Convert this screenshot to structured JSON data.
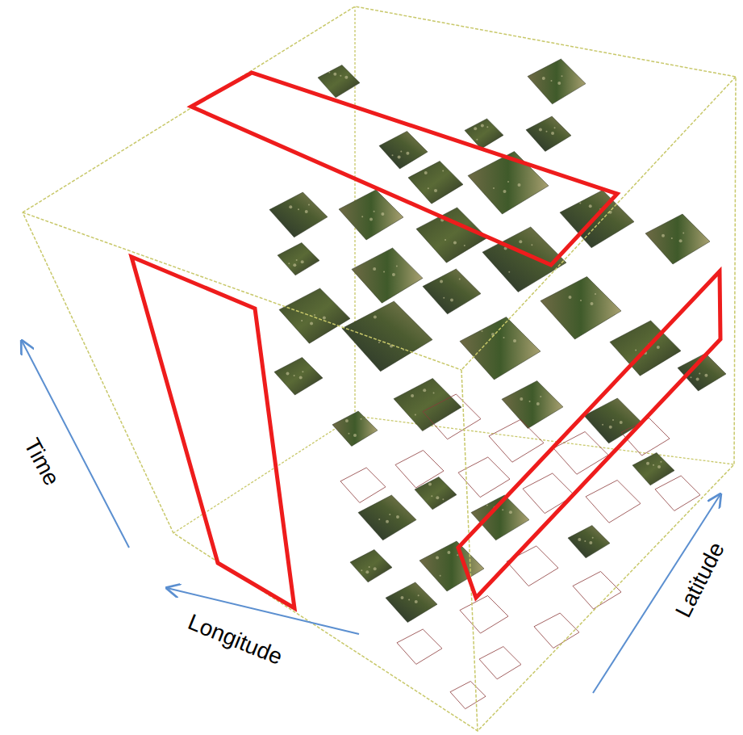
{
  "diagram": {
    "labels": [
      "Time",
      "Longitude",
      "Latitude"
    ]
  }
}
